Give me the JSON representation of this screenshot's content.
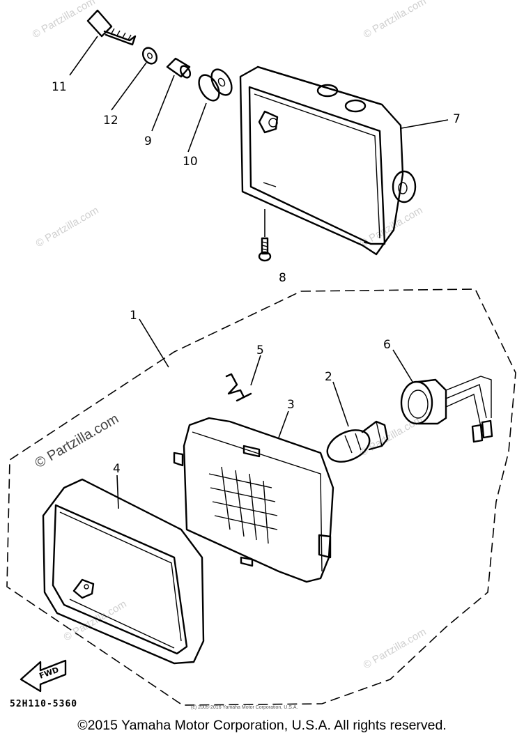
{
  "watermark": "© Partzilla.com",
  "callouts": {
    "c1": "1",
    "c2": "2",
    "c3": "3",
    "c4": "4",
    "c5": "5",
    "c6": "6",
    "c7": "7",
    "c8": "8",
    "c9": "9",
    "c10": "10",
    "c11": "11",
    "c12": "12"
  },
  "fwd_label": "FWD",
  "drawing_code": "52H110-5360",
  "inner_copyright": "(c) 2005-2016 Yamaha Motor Corporation, U.S.A.",
  "copyright": "©2015 Yamaha Motor Corporation, U.S.A. All rights reserved."
}
